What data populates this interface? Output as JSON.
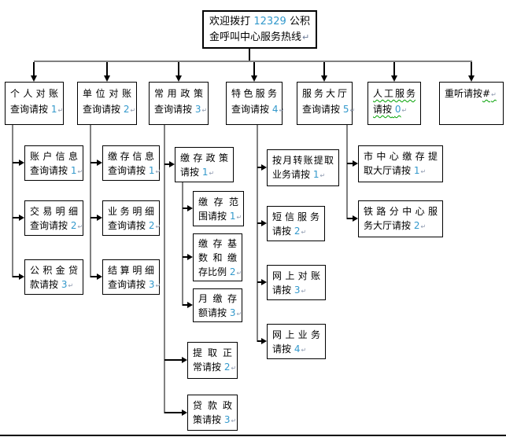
{
  "title": {
    "pre": "欢迎拨打",
    "hotline_number": "12329",
    "post": "公积",
    "line2": "金呼叫中心服务热线"
  },
  "formatting_mark": "↵",
  "colors": {
    "key_number_blue": "#3399cc",
    "connector_gray": "#808080",
    "spellcheck_green": "#00a000"
  },
  "menu": [
    {
      "line1": "个人对账",
      "line2": "查询请按",
      "key": "1"
    },
    {
      "line1": "单位对账",
      "line2": "查询请按",
      "key": "2"
    },
    {
      "line1": "常用政策",
      "line2": "查询请按",
      "key": "3"
    },
    {
      "line1": "特色服务",
      "line2": "查询请按",
      "key": "4"
    },
    {
      "line1": "服务大厅",
      "line2": "查询请按",
      "key": "5"
    },
    {
      "line1": "人工服务",
      "line2": "请按",
      "key": "0"
    },
    {
      "line1": "重听请按",
      "key": "#"
    }
  ],
  "personal_sub": [
    {
      "line1": "账户信息",
      "line2": "查询请按",
      "key": "1"
    },
    {
      "line1": "交易明细",
      "line2": "查询请按",
      "key": "2"
    },
    {
      "line1": "公积金贷",
      "line2": "款请按",
      "key": "3"
    }
  ],
  "unit_sub": [
    {
      "line1": "缴存信息",
      "line2": "查询请按",
      "key": "1"
    },
    {
      "line1": "业务明细",
      "line2": "查询请按",
      "key": "2"
    },
    {
      "line1": "结算明细",
      "line2": "查询请按",
      "key": "3"
    }
  ],
  "policy_sub": [
    {
      "line1": "缴存政策",
      "line2": "请按",
      "key": "1"
    },
    {
      "line1": "提取正",
      "line2": "常请按",
      "key": "2"
    },
    {
      "line1": "贷款政",
      "line2": "策请按",
      "key": "3"
    }
  ],
  "deposit_policy_sub": [
    {
      "line1": "缴存范",
      "line2": "围请按",
      "key": "1"
    },
    {
      "line1": "缴存基",
      "line2": "数和缴",
      "line3": "存比例",
      "key": "2"
    },
    {
      "line1": "月缴存",
      "line2": "额请按",
      "key": "3"
    }
  ],
  "special_sub": [
    {
      "line1": "按月转账提取",
      "line2": "业务请按",
      "key": "1"
    },
    {
      "line1": "短信服务",
      "line2": "请按",
      "key": "2"
    },
    {
      "line1": "网上对账",
      "line2": "请按",
      "key": "3"
    },
    {
      "line1": "网上业务",
      "line2": "请按",
      "key": "4"
    }
  ],
  "hall_sub": [
    {
      "line1": "市中心缴存提",
      "line2": "取大厅请按",
      "key": "1"
    },
    {
      "line1": "铁路分中心服",
      "line2": "务大厅请按",
      "key": "2"
    }
  ]
}
